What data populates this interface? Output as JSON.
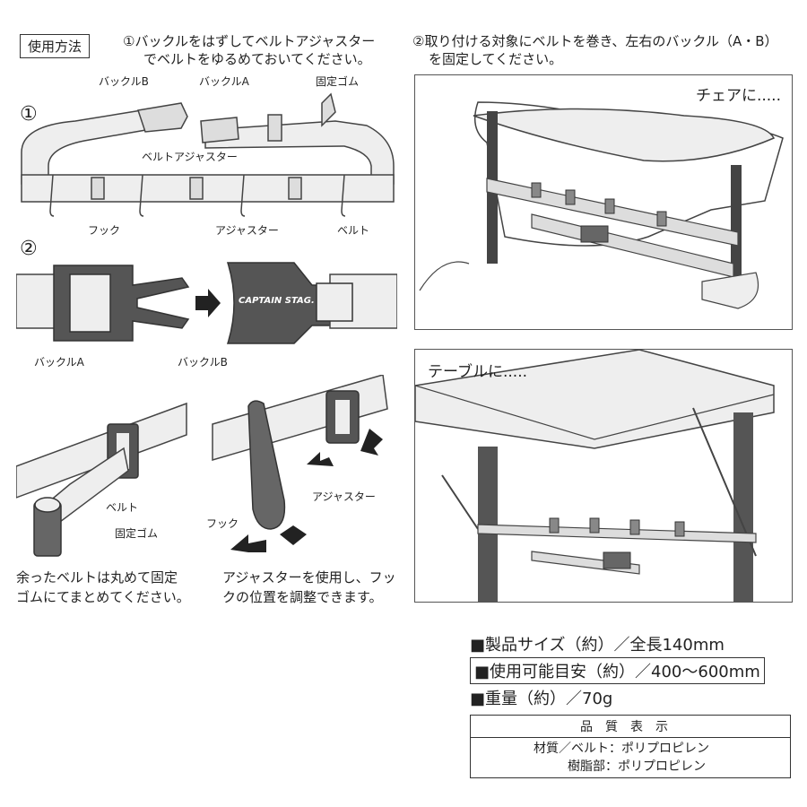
{
  "header": {
    "how_to_use": "使用方法"
  },
  "step1_text": [
    "①バックルをはずしてベルトアジャスター",
    "でベルトをゆるめておいてください。"
  ],
  "step2_text": [
    "②取り付ける対象にベルトを巻き、左右のバックル（A・B）",
    "を固定してください。"
  ],
  "markers": {
    "one": "①",
    "two": "②"
  },
  "fig1": {
    "buckle_b": "バックルB",
    "buckle_a": "バックルA",
    "fixing_rubber": "固定ゴム",
    "belt_adjuster": "ベルトアジャスター",
    "hook": "フック",
    "adjuster": "アジャスター",
    "belt": "ベルト"
  },
  "fig2": {
    "buckle_a": "バックルA",
    "buckle_b": "バックルB",
    "brand": "CAPTAIN STAG."
  },
  "fig3": {
    "belt": "ベルト",
    "fixing_rubber": "固定ゴム",
    "caption": [
      "余ったベルトは丸めて固定",
      "ゴムにてまとめてください。"
    ]
  },
  "fig4": {
    "adjuster": "アジャスター",
    "hook": "フック",
    "caption": [
      "アジャスターを使用し、フッ",
      "クの位置を調整できます。"
    ]
  },
  "panels": {
    "chair": "チェアに.....",
    "table": "テーブルに....."
  },
  "specs": {
    "size": "■製品サイズ（約）／全長140mm",
    "usable": "■使用可能目安（約）／400〜600mm",
    "weight": "■重量（約）／70g"
  },
  "quality": {
    "header": "品質表示",
    "line1": "材質／ベルト：ポリプロピレン",
    "line2": "樹脂部：ポリプロピレン"
  }
}
